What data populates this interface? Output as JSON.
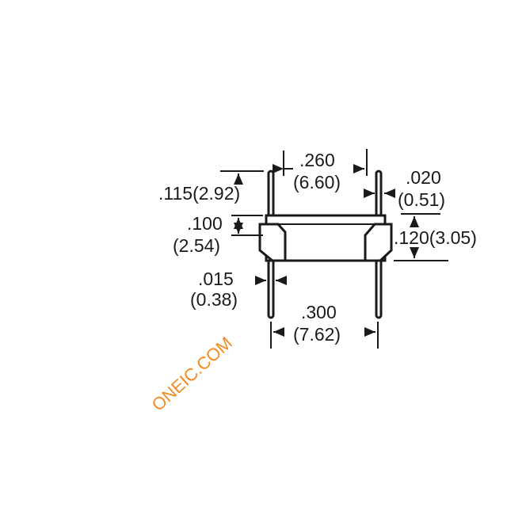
{
  "dimensions": {
    "lead_spacing_top": {
      "inch": ".260",
      "mm": "(6.60)"
    },
    "lead_width": {
      "inch": ".020",
      "mm": "(0.51)"
    },
    "lead_length_top": {
      "inch": ".115",
      "mm": "(2.92)"
    },
    "body_step": {
      "inch": ".100",
      "mm": "(2.54)"
    },
    "body_height": {
      "inch": ".120",
      "mm": "(3.05)"
    },
    "lead_thickness": {
      "inch": ".015",
      "mm": "(0.38)"
    },
    "lead_spacing_bottom": {
      "inch": ".300",
      "mm": "(7.62)"
    }
  },
  "watermark": "ONEIC.COM",
  "colors": {
    "line": "#1a1a1a",
    "watermark": "#f28a1e"
  }
}
